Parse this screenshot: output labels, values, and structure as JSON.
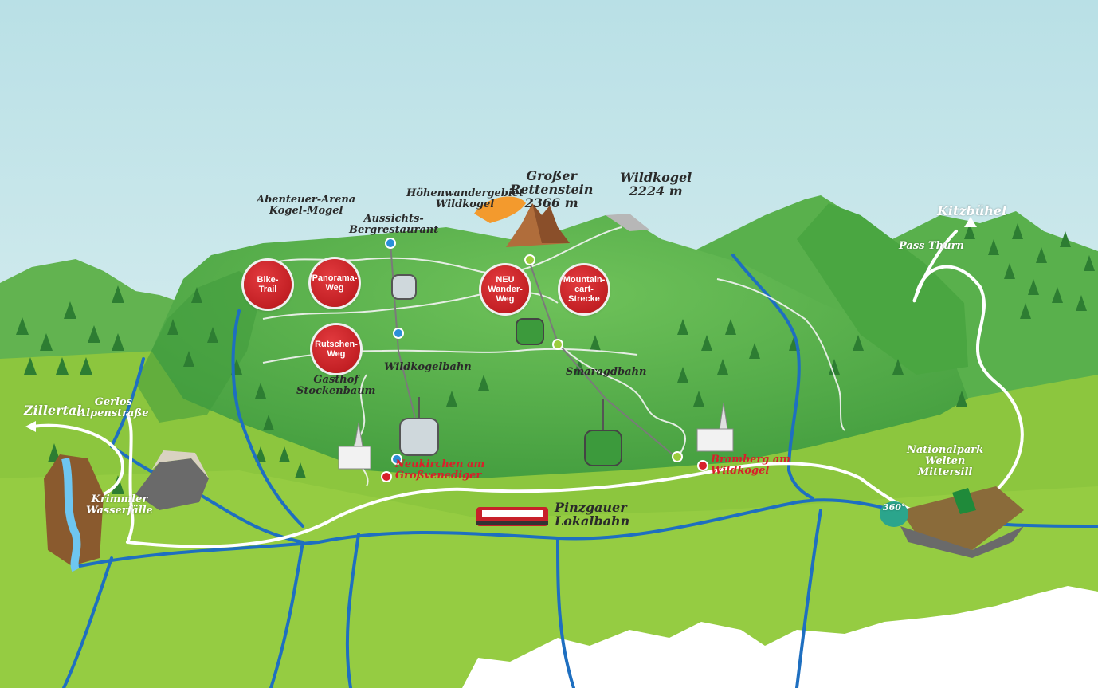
{
  "map": {
    "colors": {
      "sky_top": "#cfe8ee",
      "valley_green": "#8cc63e",
      "mountain_green": "#5cb24a",
      "mountain_dark": "#3f9a3c",
      "river_blue": "#1e6fc0",
      "path_white": "#ffffff",
      "badge_red": "#c4181e",
      "town_red": "#d8202a",
      "station_blue": "#2a8fd8"
    },
    "badges": [
      {
        "name": "bike-trail",
        "label": "Bike-\nTrail"
      },
      {
        "name": "panorama-weg",
        "label": "Panorama-\nWeg"
      },
      {
        "name": "rutschen-weg",
        "label": "Rutschen-\nWeg"
      },
      {
        "name": "neu-wanderweg",
        "label": "NEU\nWander-\nWeg"
      },
      {
        "name": "mountaincart-strecke",
        "label": "Mountain-\ncart-\nStrecke"
      }
    ],
    "labels": {
      "abenteuer_arena": "Abenteuer-Arena\nKogel-Mogel",
      "aussichts": "Aussichts-\nBergrestaurant",
      "hoehenwandergebiet": "Höhenwandergebiet\nWildkogel",
      "grosser_rettenstein": "Großer\nRettenstein\n2366 m",
      "wildkogel": "Wildkogel\n2224 m",
      "kitzbuehel": "Kitzbühel",
      "pass_thurn": "Pass Thurn",
      "zillertal": "Zillertal",
      "gerlos": "Gerlos\nAlpenstraße",
      "krimmler": "Krimmler\nWasserfälle",
      "gasthof": "Gasthof\nStockenbaum",
      "wildkogelbahn": "Wildkogelbahn",
      "smaragdbahn": "Smaragdbahn",
      "neukirchen": "Neukirchen am\nGroßvenediger",
      "bramberg": "Bramberg am\nWildkogel",
      "lokalbahn": "Pinzgauer\nLokalbahn",
      "nationalpark": "Nationalpark\nWelten\nMittersill",
      "pano_360": "360°"
    }
  }
}
